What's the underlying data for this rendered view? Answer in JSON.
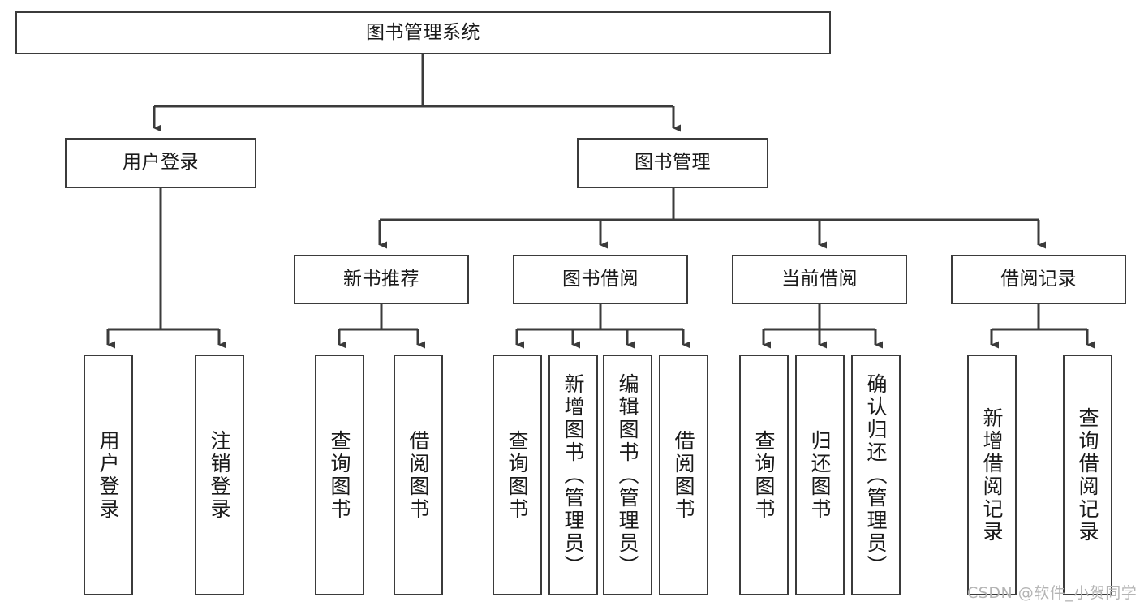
{
  "diagram": {
    "title": "图书管理系统",
    "type": "hierarchy-tree",
    "orientation": "top-down",
    "colors": {
      "box_border": "#3b3b3b",
      "box_fill": "#ffffff",
      "connector": "#3b3b3b",
      "text": "#1a1a1a",
      "watermark": "#b4b4b4",
      "background": "#ffffff"
    },
    "watermark": "CSDN @软件_小贺同学"
  },
  "nodes": {
    "root": {
      "label": "图书管理系统"
    },
    "level2": [
      {
        "label": "用户登录"
      },
      {
        "label": "图书管理"
      }
    ],
    "level3": [
      {
        "label": "新书推荐"
      },
      {
        "label": "图书借阅"
      },
      {
        "label": "当前借阅"
      },
      {
        "label": "借阅记录"
      }
    ],
    "leaves": {
      "user_login": [
        {
          "label": "用户登录"
        },
        {
          "label": "注销登录"
        }
      ],
      "new_book_recommend": [
        {
          "label": "查询图书"
        },
        {
          "label": "借阅图书"
        }
      ],
      "book_borrow": [
        {
          "label": "查询图书"
        },
        {
          "label": "新增图书（管理员）"
        },
        {
          "label": "编辑图书（管理员）"
        },
        {
          "label": "借阅图书"
        }
      ],
      "current_borrow": [
        {
          "label": "查询图书"
        },
        {
          "label": "归还图书"
        },
        {
          "label": "确认归还（管理员）"
        }
      ],
      "borrow_record": [
        {
          "label": "新增借阅记录"
        },
        {
          "label": "查询借阅记录"
        }
      ]
    }
  },
  "edges": {
    "root_to_level2": [
      {
        "from": "图书管理系统",
        "to": "用户登录"
      },
      {
        "from": "图书管理系统",
        "to": "图书管理"
      }
    ],
    "level2_to_level3": [
      {
        "from": "图书管理",
        "to": "新书推荐"
      },
      {
        "from": "图书管理",
        "to": "图书借阅"
      },
      {
        "from": "图书管理",
        "to": "当前借阅"
      },
      {
        "from": "图书管理",
        "to": "借阅记录"
      }
    ],
    "to_leaves": [
      {
        "from": "用户登录",
        "to": "用户登录"
      },
      {
        "from": "用户登录",
        "to": "注销登录"
      },
      {
        "from": "新书推荐",
        "to": "查询图书"
      },
      {
        "from": "新书推荐",
        "to": "借阅图书"
      },
      {
        "from": "图书借阅",
        "to": "查询图书"
      },
      {
        "from": "图书借阅",
        "to": "新增图书（管理员）"
      },
      {
        "from": "图书借阅",
        "to": "编辑图书（管理员）"
      },
      {
        "from": "图书借阅",
        "to": "借阅图书"
      },
      {
        "from": "当前借阅",
        "to": "查询图书"
      },
      {
        "from": "当前借阅",
        "to": "归还图书"
      },
      {
        "from": "当前借阅",
        "to": "确认归还（管理员）"
      },
      {
        "from": "借阅记录",
        "to": "新增借阅记录"
      },
      {
        "from": "借阅记录",
        "to": "查询借阅记录"
      }
    ]
  }
}
